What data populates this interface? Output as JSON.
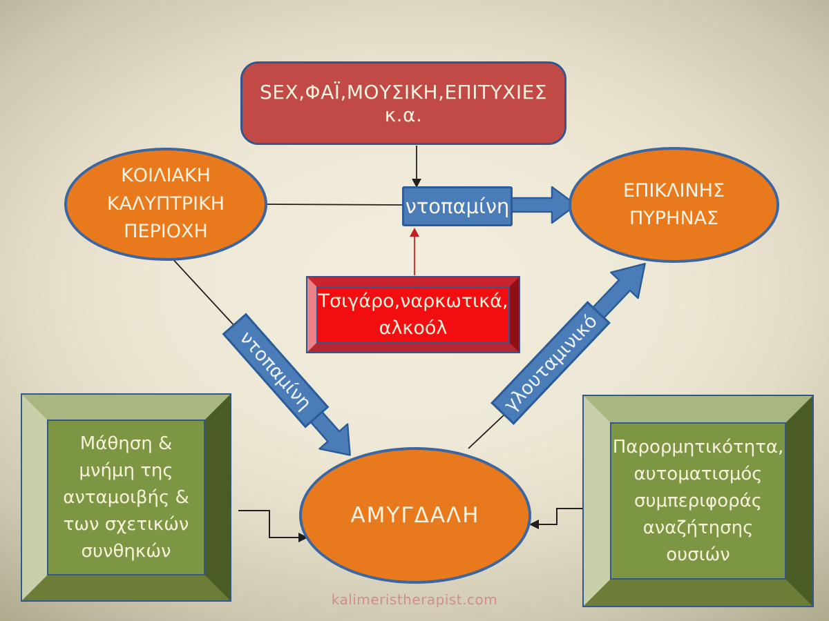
{
  "nodes": {
    "stimuli": {
      "label": "SEX,ΦΑΪ,ΜΟΥΣΙΚΗ,ΕΠΙΤΥΧΙΕΣ κ.α."
    },
    "ventral_tegmental_area": {
      "lines": [
        "ΚΟΙΛΙΑΚΗ",
        "ΚΑΛΥΠΤΡΙΚΗ",
        "ΠΕΡΙΟΧΗ"
      ]
    },
    "nucleus_accumbens": {
      "lines": [
        "ΕΠΙΚΛΙΝΗΣ",
        "ΠΥΡΗΝΑΣ"
      ]
    },
    "dopamine_relay": {
      "label": "ντοπαμίνη"
    },
    "substances": {
      "lines": [
        "Τσιγάρο,ναρκωτικά,",
        "αλκοόλ"
      ]
    },
    "amygdala": {
      "label": "ΑΜΥΓΔΑΛΗ"
    },
    "reward_learning": {
      "lines": [
        "Μάθηση &",
        "μνήμη της",
        "ανταμοιβής &",
        "των σχετικών",
        "συνθηκών"
      ]
    },
    "impulsivity": {
      "lines": [
        "Παρορμητικότητα,",
        "αυτοματισμός",
        "συμπεριφοράς",
        "αναζήτησης",
        "ουσιών"
      ]
    }
  },
  "edges": {
    "dopamine_pathway_label": "ντοπαμίνη",
    "glutamate_pathway_label": "γλουταμινικό"
  },
  "footer": {
    "watermark": "kalimeristherapist.com"
  },
  "colors": {
    "orange_node": "#e8791d",
    "blue_node": "#4a7cb8",
    "navy_border": "#2e5b9a",
    "crimson_node": "#c24a46",
    "bright_red_node": "#f10d10",
    "olive_green_node": "#7d9643",
    "background_center": "#f2eddd",
    "background_edge": "#93907b",
    "watermark_pink": "#cf8d8c",
    "thin_line": "#1f1f1f",
    "red_arrow": "#c32222"
  }
}
